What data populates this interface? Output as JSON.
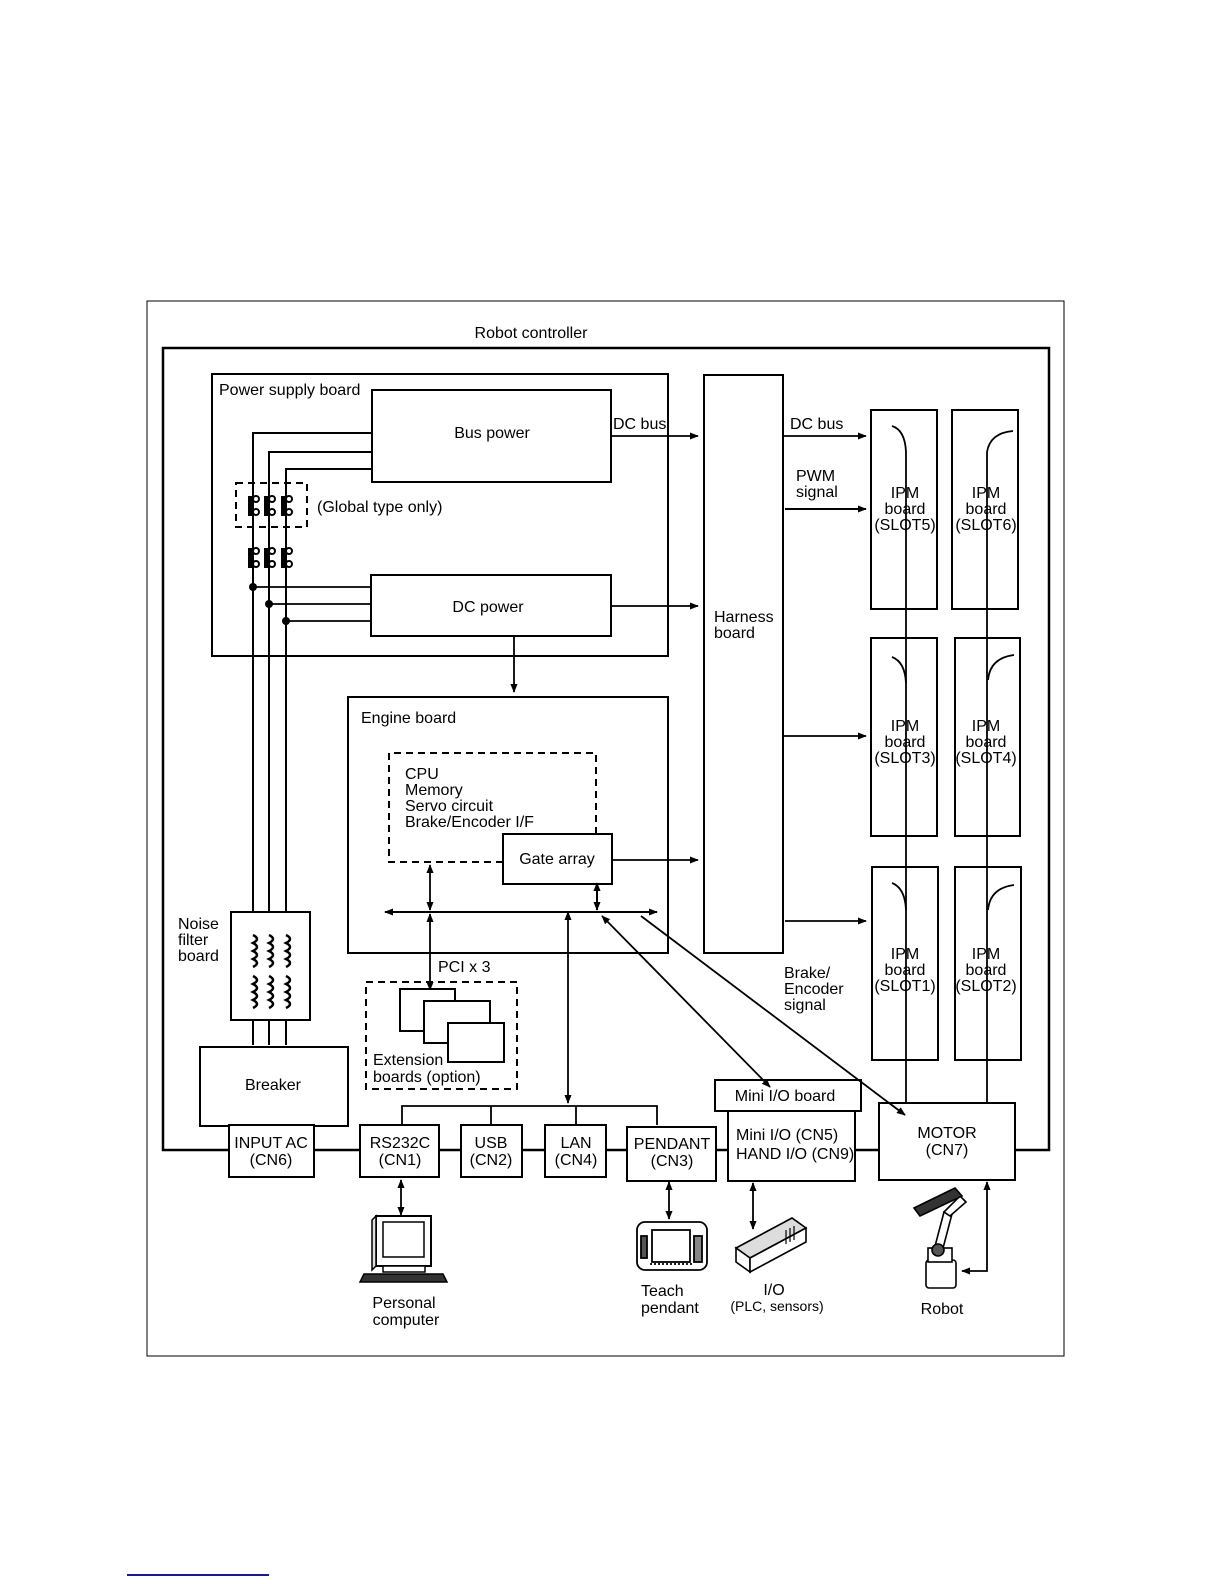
{
  "diagram": {
    "title": "Robot controller",
    "power_supply_board": {
      "label": "Power supply board",
      "bus_power": "Bus power",
      "dc_power": "DC power",
      "global_note": "(Global type only)",
      "dc_bus_label": "DC bus"
    },
    "harness_board": {
      "line1": "Harness",
      "line2": "board"
    },
    "harness_outputs": {
      "dc_bus": "DC bus",
      "pwm_line1": "PWM",
      "pwm_line2": "signal"
    },
    "ipm_boards": [
      {
        "line1": "IPM",
        "line2": "board",
        "slot": "(SLOT5)"
      },
      {
        "line1": "IPM",
        "line2": "board",
        "slot": "(SLOT6)"
      },
      {
        "line1": "IPM",
        "line2": "board",
        "slot": "(SLOT3)"
      },
      {
        "line1": "IPM",
        "line2": "board",
        "slot": "(SLOT4)"
      },
      {
        "line1": "IPM",
        "line2": "board",
        "slot": "(SLOT1)"
      },
      {
        "line1": "IPM",
        "line2": "board",
        "slot": "(SLOT2)"
      }
    ],
    "engine_board": {
      "label": "Engine board",
      "functions": [
        "CPU",
        "Memory",
        "Servo circuit",
        "Brake/Encoder I/F"
      ],
      "gate_array": "Gate array"
    },
    "noise_filter": {
      "line1": "Noise",
      "line2": "filter",
      "line3": "board"
    },
    "breaker": "Breaker",
    "pci": "PCI x 3",
    "extension": {
      "line1": "Extension",
      "line2": "boards (option)"
    },
    "brake_signal": {
      "line1": "Brake/",
      "line2": "Encoder",
      "line3": "signal"
    },
    "connectors": [
      {
        "line1": "INPUT AC",
        "line2": "(CN6)"
      },
      {
        "line1": "RS232C",
        "line2": "(CN1)"
      },
      {
        "line1": "USB",
        "line2": "(CN2)"
      },
      {
        "line1": "LAN",
        "line2": "(CN4)"
      },
      {
        "line1": "PENDANT",
        "line2": "(CN3)"
      },
      {
        "line1": "MOTOR",
        "line2": "(CN7)"
      }
    ],
    "mini_io_board": "Mini I/O board",
    "mini_io_ports": {
      "line1": "Mini I/O (CN5)",
      "line2": "HAND I/O (CN9)"
    },
    "devices": {
      "pc": {
        "line1": "Personal",
        "line2": "computer"
      },
      "pendant": {
        "line1": "Teach",
        "line2": "pendant"
      },
      "io": {
        "line1": "I/O",
        "line2": "(PLC, sensors)"
      },
      "robot": {
        "line1": "Robot"
      }
    }
  }
}
